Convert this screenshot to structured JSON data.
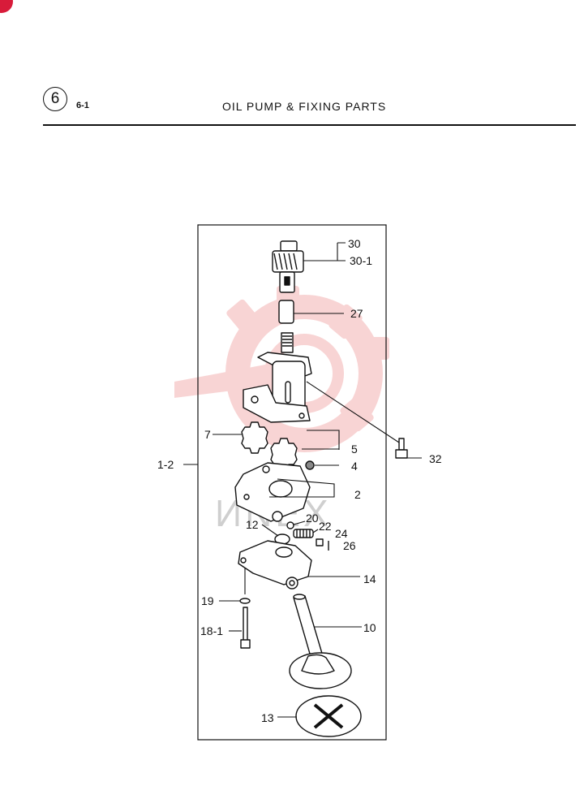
{
  "header": {
    "section_number": "6",
    "section_code": "6-1",
    "title": "OIL PUMP & FIXING PARTS"
  },
  "watermark": {
    "text": "ИNEX",
    "color": "#f2c2c2"
  },
  "callouts": {
    "p30": "30",
    "p30_1": "30-1",
    "p27": "27",
    "p7": "7",
    "p5": "5",
    "p4": "4",
    "p32": "32",
    "p1_2": "1-2",
    "p2": "2",
    "p20": "20",
    "p12": "12",
    "p22": "22",
    "p24": "24",
    "p26": "26",
    "p14": "14",
    "p19": "19",
    "p18_1": "18-1",
    "p10": "10",
    "p13": "13"
  }
}
